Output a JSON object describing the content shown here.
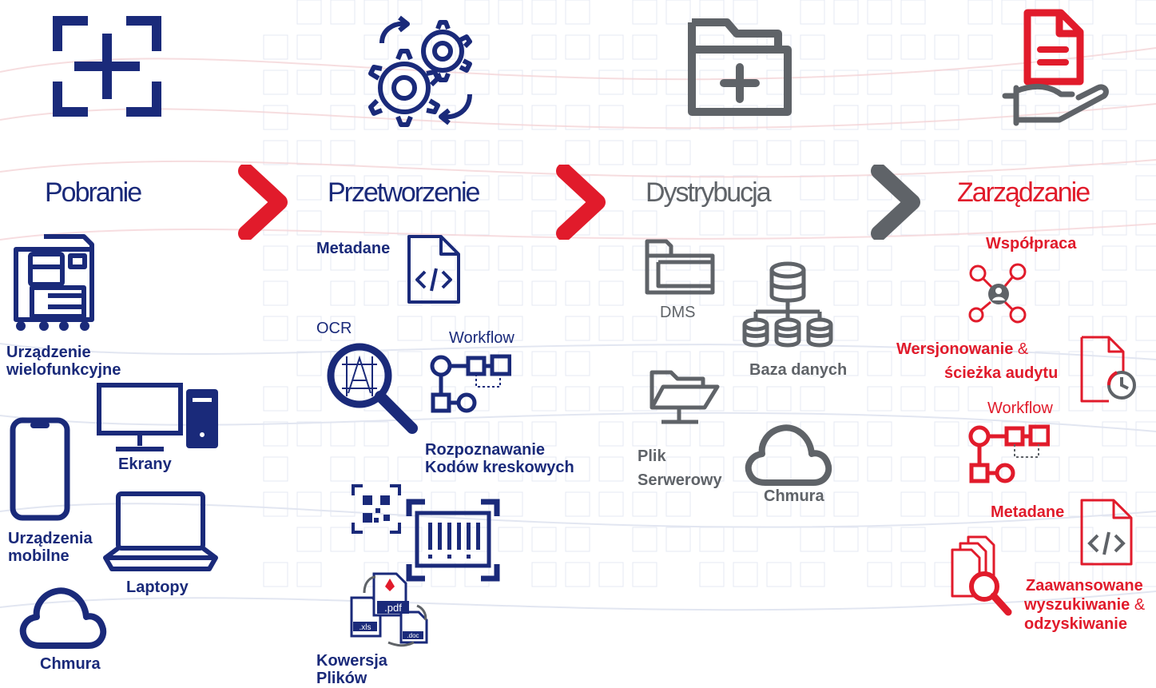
{
  "stages": {
    "capture": {
      "title": "Pobranie",
      "items": {
        "mfp": "Urządzenie\nwielofunkcyjne",
        "screens": "Ekrany",
        "mobile": "Urządzenia\nmobilne",
        "laptops": "Laptopy",
        "cloud": "Chmura"
      }
    },
    "processing": {
      "title": "Przetworzenie",
      "items": {
        "metadata": "Metadane",
        "ocr": "OCR",
        "workflow": "Workflow",
        "barcode": "Rozpoznawanie\nKodów kreskowych",
        "conversion": "Kowersja\nPlików",
        "pdf_tag": ".pdf",
        "xls_tag": ".xls",
        "doc_tag": ".doc"
      }
    },
    "distribution": {
      "title": "Dystrybucja",
      "items": {
        "dms": "DMS",
        "database": "Baza danych",
        "file_server": "Plik\nSerwerowy",
        "cloud": "Chmura"
      }
    },
    "management": {
      "title": "Zarządzanie",
      "items": {
        "collaboration": "Współpraca",
        "versioning_a": "Wersjonowanie",
        "amp": "&",
        "versioning_b": "ścieżka audytu",
        "workflow": "Workflow",
        "metadata": "Metadane",
        "search_a": "Zaawansowane",
        "search_b": "wyszukiwanie",
        "search_c": "odzyskiwanie"
      }
    }
  },
  "colors": {
    "navy": "#1a2a7a",
    "gray": "#5f6368",
    "red": "#e11b2b"
  },
  "icons": [
    "scan-icon",
    "gears-icon",
    "folder-add-icon",
    "document-hand-icon",
    "printer-icon",
    "monitor-icon",
    "pc-tower-icon",
    "phone-icon",
    "laptop-icon",
    "cloud-icon",
    "code-file-icon",
    "ocr-magnifier-icon",
    "workflow-icon",
    "qr-code-icon",
    "barcode-icon",
    "file-conversion-icon",
    "folders-icon",
    "database-icon",
    "open-folder-icon",
    "users-network-icon",
    "file-history-icon",
    "documents-search-icon",
    "chevron-right-icon"
  ]
}
